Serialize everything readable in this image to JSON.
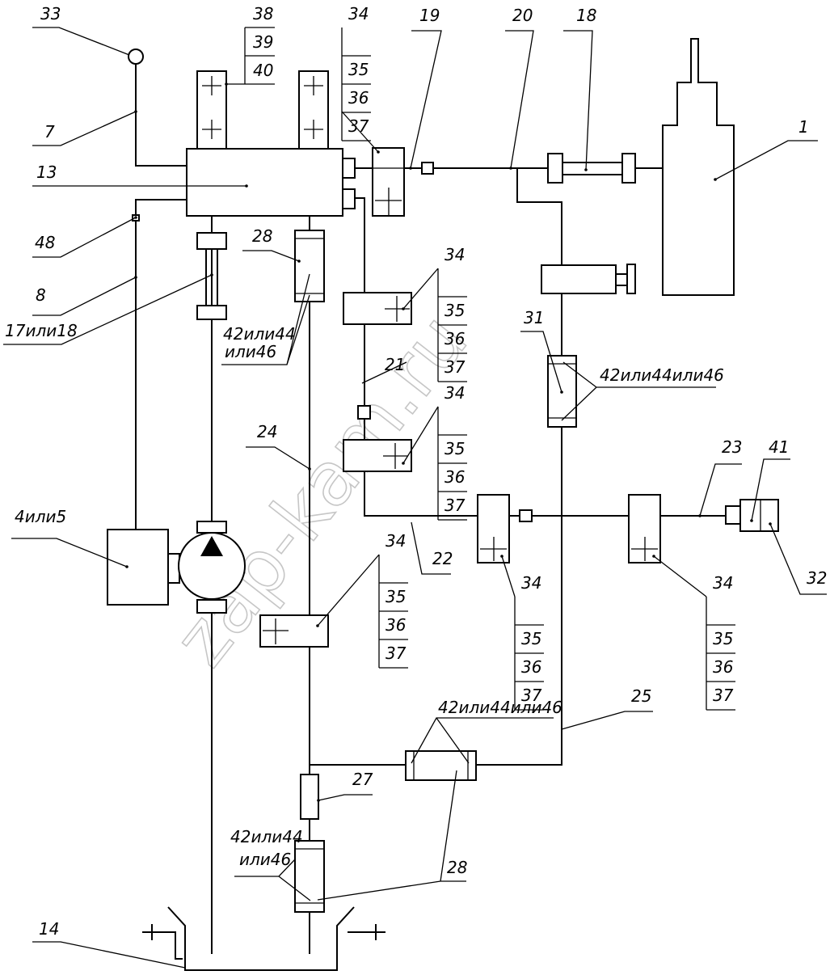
{
  "diagram": {
    "watermark": "zap-kam.ru",
    "labels": {
      "l1": "1",
      "l4or5": "4или5",
      "l7": "7",
      "l8": "8",
      "l13": "13",
      "l14": "14",
      "l17or18": "17или18",
      "l18": "18",
      "l19": "19",
      "l20": "20",
      "l21": "21",
      "l22": "22",
      "l23": "23",
      "l24": "24",
      "l25": "25",
      "l27": "27",
      "l28a": "28",
      "l28b": "28",
      "l31": "31",
      "l32": "32",
      "l33": "33",
      "l38": "38",
      "l39": "39",
      "l40": "40",
      "l41": "41",
      "l48": "48",
      "v42a1": "42или44",
      "v42a2": "или46",
      "v42b": "42или44или46",
      "v42c": "42или44или46",
      "v42d1": "42или44",
      "v42d2": "или46"
    },
    "tables": [
      {
        "id": "t1",
        "rows": [
          "34",
          "35",
          "36",
          "37"
        ]
      },
      {
        "id": "t2",
        "rows": [
          "34",
          "35",
          "36",
          "37"
        ]
      },
      {
        "id": "t3",
        "rows": [
          "34",
          "35",
          "36",
          "37"
        ]
      },
      {
        "id": "t4",
        "rows": [
          "34",
          "35",
          "36",
          "37"
        ]
      },
      {
        "id": "t5",
        "rows": [
          "34",
          "35",
          "36",
          "37"
        ]
      },
      {
        "id": "t6",
        "rows": [
          "34",
          "35",
          "36",
          "37"
        ]
      }
    ]
  }
}
